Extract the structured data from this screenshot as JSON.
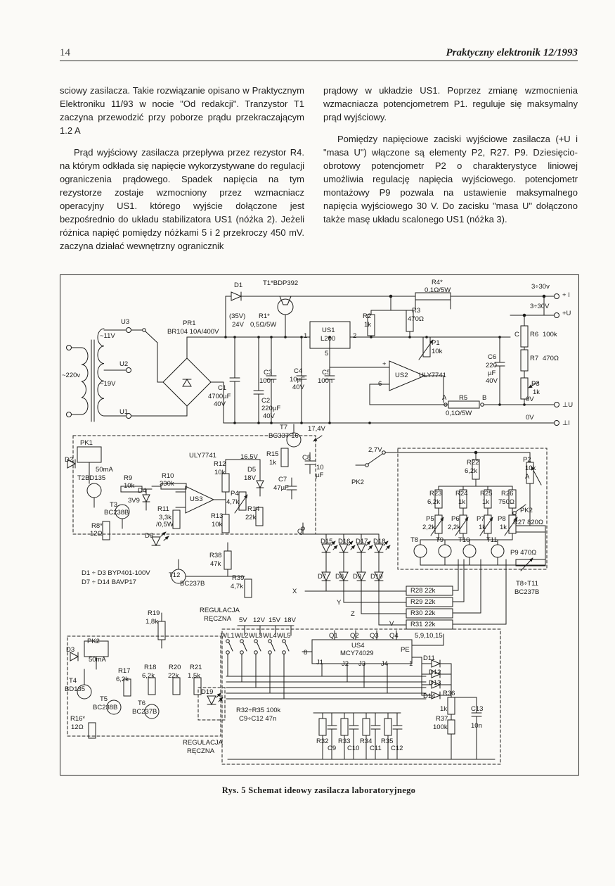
{
  "colors": {
    "paper": "#fbfaf7",
    "ink": "#1c1c1a"
  },
  "header": {
    "page_number": "14",
    "journal": "Praktyczny elektronik 12/1993"
  },
  "article": {
    "left": {
      "p1": "sciowy zasilacza. Takie rozwiązanie opisano w Praktycznym Elektroniku 11/93 w nocie \"Od redakcji\". Tranzystor T1 zaczyna przewodzić przy poborze prądu przekraczającym 1.2 A",
      "p2": "Prąd wyjściowy zasilacza przepływa przez rezystor R4. na którym odkłada się napięcie wykorzystywane do regulacji ograniczenia prądowego. Spadek napięcia na tym rezystorze zostaje wzmocniony przez wzmacniacz operacyjny US1. którego wyjście dołączone jest bezpośrednio do układu stabilizatora US1 (nóżka 2). Jeżeli różnica napięć pomiędzy nóżkami 5 i 2 przekroczy 450 mV. zaczyna działać wewnętrzny ogranicznik"
    },
    "right": {
      "p1": "prądowy w układzie US1. Poprzez zmianę wzmocnienia wzmacniacza potencjometrem P1. reguluje się maksymalny prąd wyjściowy.",
      "p2": "Pomiędzy napięciowe zaciski wyjściowe zasilacza (+U i \"masa U\") włączone są elementy P2, R27. P9. Dziesięcio-obrotowy potencjometr P2 o charakterystyce liniowej umożliwia regulację napięcia wyjściowego. potencjometr montażowy P9 pozwala na ustawienie maksymalnego napięcia wyjściowego 30 V. Do zacisku \"masa U\" dołączono także masę układu scalonego US1 (nóżka 3)."
    }
  },
  "figure": {
    "caption": "Rys. 5 Schemat ideowy zasilacza laboratoryjnego"
  },
  "schematic": {
    "labels": [
      [
        "D1",
        247,
        10
      ],
      [
        "T1*BDP392",
        288,
        7
      ],
      [
        "R4*",
        528,
        6
      ],
      [
        "0,1Ω/5W",
        518,
        17
      ],
      [
        "3÷30v",
        670,
        12
      ],
      [
        "+ I",
        714,
        24
      ],
      [
        "3÷30V",
        668,
        40
      ],
      [
        "+U",
        714,
        50
      ],
      [
        "PR1",
        174,
        64
      ],
      [
        "BR104 10A/400V",
        152,
        76
      ],
      [
        "(35V)",
        240,
        54
      ],
      [
        "24V",
        244,
        66
      ],
      [
        "R1*",
        282,
        54
      ],
      [
        "0,5Ω/5W",
        270,
        66
      ],
      [
        "US1",
        372,
        74
      ],
      [
        "L200",
        370,
        86
      ],
      [
        "1",
        346,
        82
      ],
      [
        "2",
        416,
        82
      ],
      [
        "5",
        376,
        107
      ],
      [
        "R2",
        430,
        54
      ],
      [
        "1k",
        432,
        66
      ],
      [
        "R3",
        500,
        46
      ],
      [
        "470Ω",
        494,
        58
      ],
      [
        "P1",
        528,
        92
      ],
      [
        "10k",
        528,
        104
      ],
      [
        "C",
        646,
        80
      ],
      [
        "R6",
        668,
        80
      ],
      [
        "100k",
        686,
        80
      ],
      [
        "R7",
        668,
        114
      ],
      [
        "470Ω",
        686,
        114
      ],
      [
        "C6",
        608,
        112
      ],
      [
        "220",
        605,
        124
      ],
      [
        "µF",
        608,
        135
      ],
      [
        "40V",
        605,
        146
      ],
      [
        "US2",
        476,
        138
      ],
      [
        "ULY7741",
        510,
        138
      ],
      [
        "+",
        458,
        122
      ],
      [
        "6",
        452,
        150
      ],
      [
        "P3",
        670,
        150
      ],
      [
        "1k",
        672,
        162
      ],
      [
        "A",
        543,
        170
      ],
      [
        "R5",
        567,
        170
      ],
      [
        "B",
        600,
        170
      ],
      [
        "0,1Ω/5W",
        548,
        192
      ],
      [
        "0V",
        662,
        172
      ],
      [
        "⊥U",
        714,
        180
      ],
      [
        "0V",
        662,
        198
      ],
      [
        "⊥I",
        714,
        206
      ],
      [
        "C3",
        289,
        134
      ],
      [
        "100n",
        283,
        146
      ],
      [
        "C4",
        332,
        132
      ],
      [
        "10µF",
        326,
        144
      ],
      [
        "40V",
        330,
        155
      ],
      [
        "C5",
        372,
        134
      ],
      [
        "100n",
        366,
        146
      ],
      [
        "C1",
        224,
        156
      ],
      [
        "4700µF",
        210,
        168
      ],
      [
        "40V",
        218,
        179
      ],
      [
        "C2",
        286,
        174
      ],
      [
        "220µF",
        286,
        185
      ],
      [
        "40V",
        288,
        196
      ],
      [
        "U3",
        86,
        62
      ],
      [
        "~11V",
        56,
        82
      ],
      [
        "U2",
        84,
        122
      ],
      [
        "~220v",
        2,
        138
      ],
      [
        "~19V",
        56,
        150
      ],
      [
        "U1",
        84,
        190
      ],
      [
        "T7",
        312,
        212
      ],
      [
        "BC337-16",
        296,
        224
      ],
      [
        "17,4V",
        352,
        214
      ],
      [
        "PK1",
        28,
        234
      ],
      [
        "ULY7741",
        183,
        252
      ],
      [
        "16,5V",
        256,
        254
      ],
      [
        "R15",
        293,
        250
      ],
      [
        "1k",
        297,
        262
      ],
      [
        "C8",
        344,
        255
      ],
      [
        "10",
        364,
        269
      ],
      [
        "µF",
        363,
        280
      ],
      [
        "D2",
        6,
        258
      ],
      [
        "50mA",
        50,
        272
      ],
      [
        "T2BD135",
        24,
        284
      ],
      [
        "R9",
        90,
        284
      ],
      [
        "10k",
        90,
        295
      ],
      [
        "D4",
        110,
        302
      ],
      [
        "3V9",
        96,
        316
      ],
      [
        "R10",
        144,
        281
      ],
      [
        "330k",
        141,
        292
      ],
      [
        "US3",
        184,
        314
      ],
      [
        "R12",
        218,
        264
      ],
      [
        "10k",
        219,
        276
      ],
      [
        "D5",
        266,
        272
      ],
      [
        "18V",
        261,
        284
      ],
      [
        "C7",
        310,
        286
      ],
      [
        "47µF",
        303,
        298
      ],
      [
        "R11",
        138,
        328
      ],
      [
        "3,3k",
        140,
        340
      ],
      [
        "/0,5W",
        136,
        350
      ],
      [
        "T3",
        70,
        322
      ],
      [
        "BC238B",
        62,
        333
      ],
      [
        "R8*",
        44,
        352
      ],
      [
        "12Ω",
        42,
        363
      ],
      [
        "D6",
        120,
        366
      ],
      [
        "P4",
        242,
        306
      ],
      [
        "4,7k",
        236,
        318
      ],
      [
        "R13",
        214,
        338
      ],
      [
        "10k",
        215,
        350
      ],
      [
        "R14",
        266,
        328
      ],
      [
        "22k",
        263,
        340
      ],
      [
        "2,7V",
        438,
        244
      ],
      [
        "PK2",
        414,
        290
      ],
      [
        "R22",
        578,
        262
      ],
      [
        "6,2k",
        575,
        274
      ],
      [
        "P2",
        658,
        258
      ],
      [
        "10k",
        661,
        270
      ],
      [
        "A",
        661,
        282
      ],
      [
        "R23",
        525,
        306
      ],
      [
        "6,2k",
        522,
        318
      ],
      [
        "R24",
        562,
        306
      ],
      [
        "1k",
        566,
        318
      ],
      [
        "R25",
        597,
        306
      ],
      [
        "1k",
        600,
        318
      ],
      [
        "R26",
        627,
        306
      ],
      [
        "750Ω",
        623,
        318
      ],
      [
        "P5",
        520,
        342
      ],
      [
        "2,2k",
        515,
        354
      ],
      [
        "P6",
        556,
        342
      ],
      [
        "2,2k",
        551,
        354
      ],
      [
        "P7",
        592,
        342
      ],
      [
        "1k",
        595,
        354
      ],
      [
        "P8",
        622,
        342
      ],
      [
        "1k",
        625,
        354
      ],
      [
        "PK2",
        654,
        330
      ],
      [
        "R27 820Ω",
        644,
        347
      ],
      [
        "T8",
        498,
        372
      ],
      [
        "T9",
        534,
        372
      ],
      [
        "T10",
        566,
        372
      ],
      [
        "T11",
        606,
        372
      ],
      [
        "P9 470Ω",
        640,
        390
      ],
      [
        "D15",
        370,
        374
      ],
      [
        "D16",
        395,
        374
      ],
      [
        "D17",
        420,
        374
      ],
      [
        "D18",
        445,
        374
      ],
      [
        "D7",
        366,
        424
      ],
      [
        "D8",
        391,
        424
      ],
      [
        "D9",
        416,
        424
      ],
      [
        "D10",
        441,
        424
      ],
      [
        "X",
        330,
        445
      ],
      [
        "Y",
        393,
        461
      ],
      [
        "Z",
        413,
        477
      ],
      [
        "V",
        468,
        491
      ],
      [
        "R28 22k",
        498,
        444
      ],
      [
        "R29 22k",
        498,
        460
      ],
      [
        "R30 22k",
        498,
        476
      ],
      [
        "R31 22k",
        498,
        492
      ],
      [
        "T8÷T11",
        648,
        434
      ],
      [
        "BC237B",
        646,
        446
      ],
      [
        "Q",
        337,
        360
      ],
      [
        "R38",
        212,
        394
      ],
      [
        "47k",
        213,
        406
      ],
      [
        "T12",
        154,
        422
      ],
      [
        "BC237B",
        170,
        434
      ],
      [
        "R39",
        244,
        426
      ],
      [
        "4,7k",
        242,
        438
      ],
      [
        "D1 ÷ D3  BYP401-100V",
        30,
        419
      ],
      [
        "D7 ÷ D14 BAVP17",
        30,
        432
      ],
      [
        "R19",
        124,
        476
      ],
      [
        "1,8k",
        121,
        488
      ],
      [
        "REGULACJA",
        198,
        472
      ],
      [
        "RĘCZNA",
        204,
        484
      ],
      [
        "5V",
        254,
        486
      ],
      [
        "12V",
        274,
        486
      ],
      [
        "15V",
        296,
        486
      ],
      [
        "18V",
        318,
        486
      ],
      [
        "WL1",
        228,
        508
      ],
      [
        "WL2",
        248,
        508
      ],
      [
        "WL3",
        268,
        508
      ],
      [
        "WL4",
        288,
        508
      ],
      [
        "WL5",
        308,
        508
      ],
      [
        "Q1",
        382,
        508
      ],
      [
        "Q2",
        412,
        508
      ],
      [
        "Q3",
        440,
        508
      ],
      [
        "Q4",
        468,
        508
      ],
      [
        "8",
        346,
        532
      ],
      [
        "US4",
        414,
        522
      ],
      [
        "MCY74029",
        398,
        533
      ],
      [
        "PE",
        484,
        528
      ],
      [
        "1",
        496,
        548
      ],
      [
        "J1",
        364,
        546
      ],
      [
        "J2",
        400,
        548
      ],
      [
        "J3",
        424,
        548
      ],
      [
        "J4",
        456,
        548
      ],
      [
        "5,9,10,15",
        504,
        508
      ],
      [
        "D11",
        516,
        540
      ],
      [
        "D12",
        524,
        560
      ],
      [
        "D13",
        524,
        575
      ],
      [
        "D14",
        516,
        594
      ],
      [
        "R36",
        544,
        590
      ],
      [
        "1k",
        540,
        612
      ],
      [
        "R37",
        534,
        626
      ],
      [
        "100k",
        530,
        638
      ],
      [
        "C13",
        584,
        612
      ],
      [
        "10n",
        584,
        636
      ],
      [
        "R32÷R35 100k",
        250,
        614
      ],
      [
        "C9÷C12 47n",
        254,
        626
      ],
      [
        "R32",
        364,
        658
      ],
      [
        "R33",
        395,
        658
      ],
      [
        "R34",
        426,
        658
      ],
      [
        "R35",
        456,
        658
      ],
      [
        "C9",
        380,
        668
      ],
      [
        "C10",
        408,
        668
      ],
      [
        "C11",
        440,
        668
      ],
      [
        "C12",
        470,
        668
      ],
      [
        "D3",
        8,
        528
      ],
      [
        "PK2",
        38,
        516
      ],
      [
        "50mA",
        40,
        542
      ],
      [
        "R17",
        82,
        558
      ],
      [
        "6,2k",
        79,
        570
      ],
      [
        "R18",
        119,
        553
      ],
      [
        "6,2k",
        116,
        565
      ],
      [
        "R20",
        154,
        553
      ],
      [
        "22k",
        153,
        565
      ],
      [
        "R21",
        184,
        553
      ],
      [
        "1,5k",
        181,
        565
      ],
      [
        "T4",
        12,
        572
      ],
      [
        "BD135",
        6,
        584
      ],
      [
        "T5",
        56,
        598
      ],
      [
        "BC238B",
        46,
        610
      ],
      [
        "T6",
        110,
        604
      ],
      [
        "BC237B",
        102,
        616
      ],
      [
        "R16*",
        14,
        626
      ],
      [
        "12Ω",
        15,
        638
      ],
      [
        "D19",
        200,
        588
      ],
      [
        "REGULACJA",
        174,
        660
      ],
      [
        "RĘCZNA",
        180,
        672
      ]
    ]
  }
}
